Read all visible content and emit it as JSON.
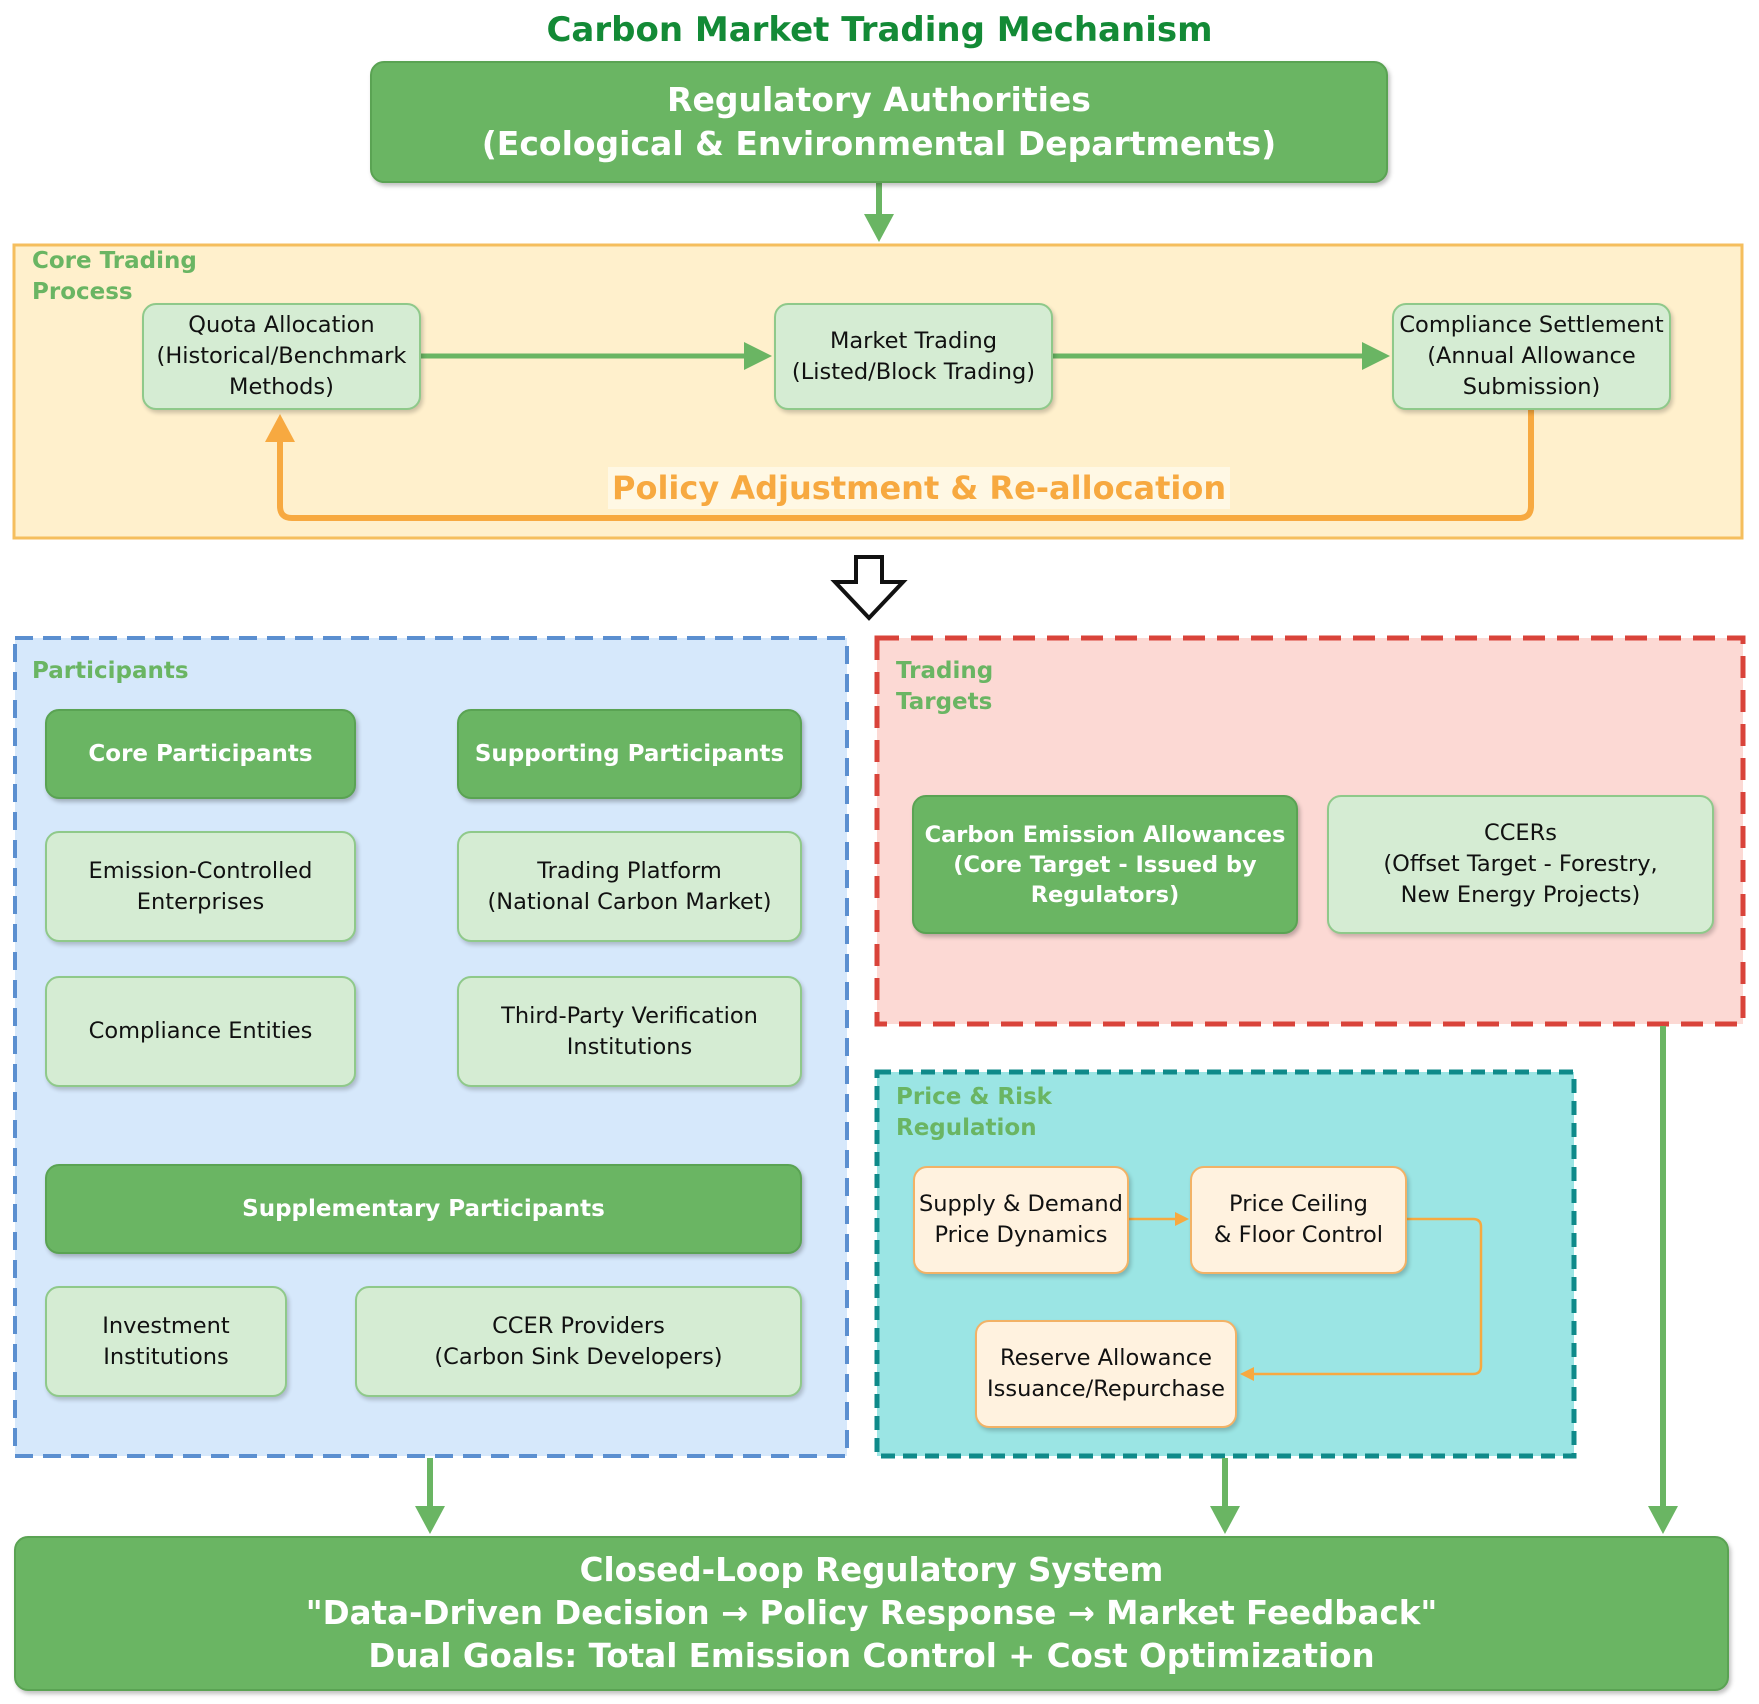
{
  "title": "Carbon Market Trading Mechanism",
  "regulatory": {
    "line1": "Regulatory Authorities",
    "line2": "(Ecological & Environmental Departments)"
  },
  "core_process": {
    "label": "Core Trading\nProcess",
    "quota": "Quota Allocation\n(Historical/Benchmark\nMethods)",
    "market": "Market Trading\n(Listed/Block Trading)",
    "compliance": "Compliance Settlement\n(Annual Allowance\nSubmission)",
    "policy_label": "Policy Adjustment & Re-allocation"
  },
  "participants": {
    "label": "Participants",
    "core_header": "Core Participants",
    "supporting_header": "Supporting Participants",
    "emission_enterprises": "Emission-Controlled\nEnterprises",
    "trading_platform": "Trading Platform\n(National Carbon Market)",
    "compliance_entities": "Compliance Entities",
    "verification": "Third-Party Verification\nInstitutions",
    "supplementary_header": "Supplementary Participants",
    "investment": "Investment\nInstitutions",
    "ccer_providers": "CCER Providers\n(Carbon Sink Developers)"
  },
  "targets": {
    "label": "Trading\nTargets",
    "allowances": "Carbon Emission Allowances\n(Core Target - Issued by\nRegulators)",
    "ccers": "CCERs\n(Offset Target - Forestry,\nNew Energy Projects)"
  },
  "price_risk": {
    "label": "Price & Risk\nRegulation",
    "supply_demand": "Supply & Demand\nPrice Dynamics",
    "ceiling_floor": "Price Ceiling\n& Floor Control",
    "reserve": "Reserve Allowance\nIssuance/Repurchase"
  },
  "closed_loop": {
    "line1": "Closed-Loop Regulatory System",
    "line2": "\"Data-Driven Decision → Policy Response → Market Feedback\"",
    "line3": "Dual Goals: Total Emission Control + Cost Optimization"
  },
  "colors": {
    "green_dark": "#6ab563",
    "green_light": "#d5ecd3",
    "title_green": "#138a36",
    "orange": "#f7a940",
    "core_bg": "#fff0cc",
    "participants_bg": "#d6e8fb",
    "participants_border": "#5b8fd0",
    "targets_bg": "#fcd9d4",
    "targets_border": "#d9433a",
    "price_bg": "#9be5e4",
    "price_border": "#0f8a8a"
  }
}
